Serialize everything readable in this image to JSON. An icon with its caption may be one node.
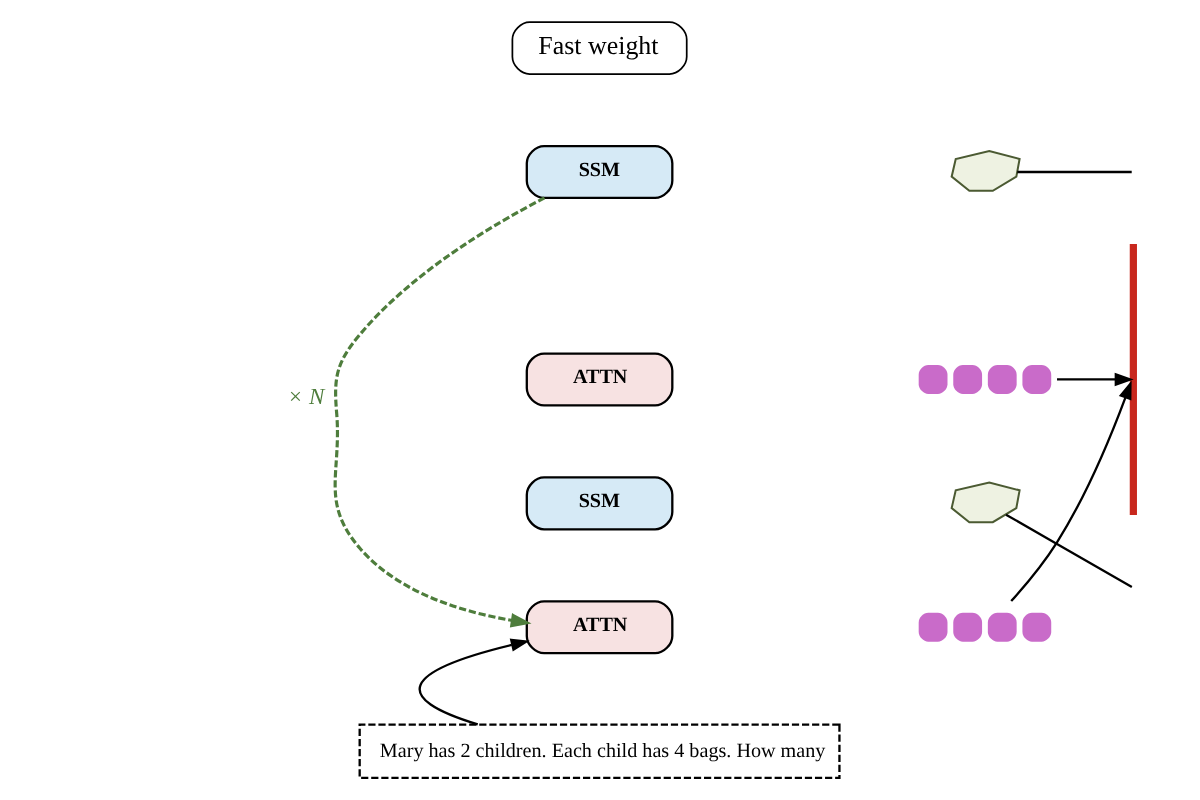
{
  "diagram": {
    "nodes": [
      {
        "text": [
          "SSM"
        ]
      },
      {
        "text": [],
        "shape": "picture"
      },
      {
        "text": [
          "ATTN"
        ]
      },
      {
        "text": [],
        "shape": "box"
      },
      {
        "text": [
          "SSM"
        ]
      },
      {
        "text": [],
        "shape": "picture"
      },
      {
        "text": [
          "ATTN"
        ]
      },
      {
        "text": [],
        "shape": "box"
      },
      {
        "text": [
          "Mary has 2 children. Each child has 4 bags. How many"
        ]
      },
      {
        "text": [],
        "shape": "bar"
      }
    ],
    "edges": [
      {
        "from": 0,
        "to": 6,
        "arrow": "to",
        "label": "× N",
        "style": "dashed",
        "color": "#4e7d3c"
      },
      {
        "from": 1,
        "to": null,
        "arrow": "none"
      },
      {
        "from": 3,
        "to": 9,
        "arrow": "to"
      },
      {
        "from": 5,
        "to": null,
        "arrow": "none"
      },
      {
        "from": 7,
        "to": 9,
        "arrow": "to"
      },
      {
        "from": 8,
        "to": 6,
        "arrow": "to"
      }
    ],
    "legend": [
      {
        "text": "Fast weight"
      }
    ]
  }
}
